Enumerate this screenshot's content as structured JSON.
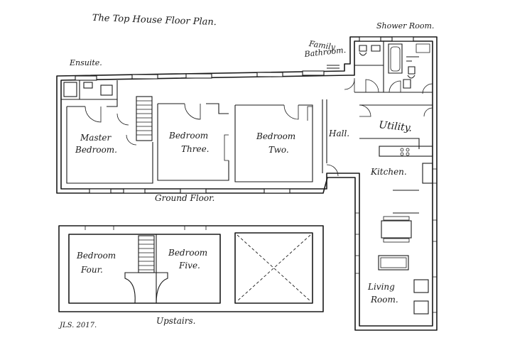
{
  "title": "The Top House Floor Plan.",
  "rooms": {
    "shower_room": "Shower Room.",
    "family_bathroom_1": "Family",
    "family_bathroom_2": "Bathroom.",
    "ensuite": "Ensuite.",
    "master_bedroom_1": "Master",
    "master_bedroom_2": "Bedroom.",
    "bedroom_three_1": "Bedroom",
    "bedroom_three_2": "Three.",
    "bedroom_two_1": "Bedroom",
    "bedroom_two_2": "Two.",
    "hall": "Hall.",
    "utility": "Utility.",
    "kitchen": "Kitchen.",
    "bedroom_four_1": "Bedroom",
    "bedroom_four_2": "Four.",
    "bedroom_five_1": "Bedroom",
    "bedroom_five_2": "Five.",
    "living_room_1": "Living",
    "living_room_2": "Room."
  },
  "floors": {
    "ground": "Ground Floor.",
    "upstairs": "Upstairs."
  },
  "signature": "JLS. 2017."
}
